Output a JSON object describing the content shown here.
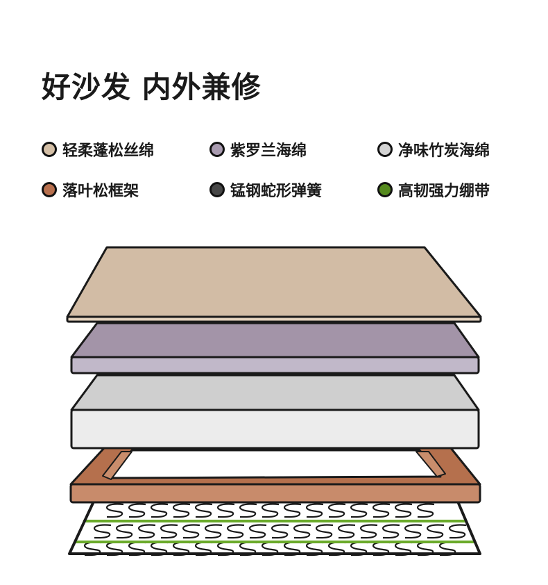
{
  "title": "好沙发 内外兼修",
  "legend": [
    {
      "label": "轻柔蓬松丝绵",
      "color": "#d4bfa6"
    },
    {
      "label": "紫罗兰海绵",
      "color": "#a99bb0"
    },
    {
      "label": "净味竹炭海绵",
      "color": "#d3d3d3"
    },
    {
      "label": "落叶松框架",
      "color": "#b8704e"
    },
    {
      "label": "锰钢蛇形弹簧",
      "color": "#474747"
    },
    {
      "label": "高韧强力绷带",
      "color": "#558a1e"
    }
  ]
}
